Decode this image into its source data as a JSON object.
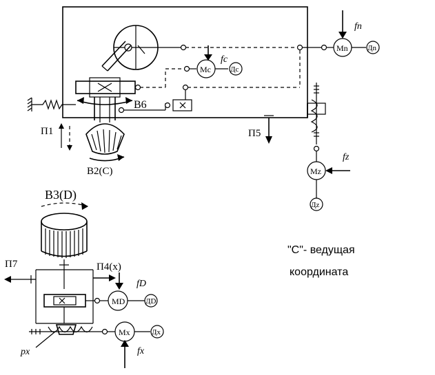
{
  "upper": {
    "motor_n": {
      "label": "Mn",
      "sensor": "Дn",
      "force": "fn"
    },
    "motor_c": {
      "label": "Mc",
      "sensor": "Дc",
      "force": "fc"
    },
    "motor_z": {
      "label": "Mz",
      "sensor": "Дz",
      "force": "fz"
    },
    "B6": "B6",
    "P1": "П1",
    "P5": "П5",
    "B2C": "B2(C)"
  },
  "lower": {
    "B3D": "B3(D)",
    "P7": "П7",
    "P4x": "П4(x)",
    "motor_D": {
      "label": "MD",
      "sensor": "ДD",
      "force": "fD"
    },
    "motor_x": {
      "label": "Mx",
      "sensor": "Дx",
      "force": "fx"
    },
    "px": "px"
  },
  "note": {
    "line1": "\"C\"- ведущая",
    "line2": "координата"
  }
}
